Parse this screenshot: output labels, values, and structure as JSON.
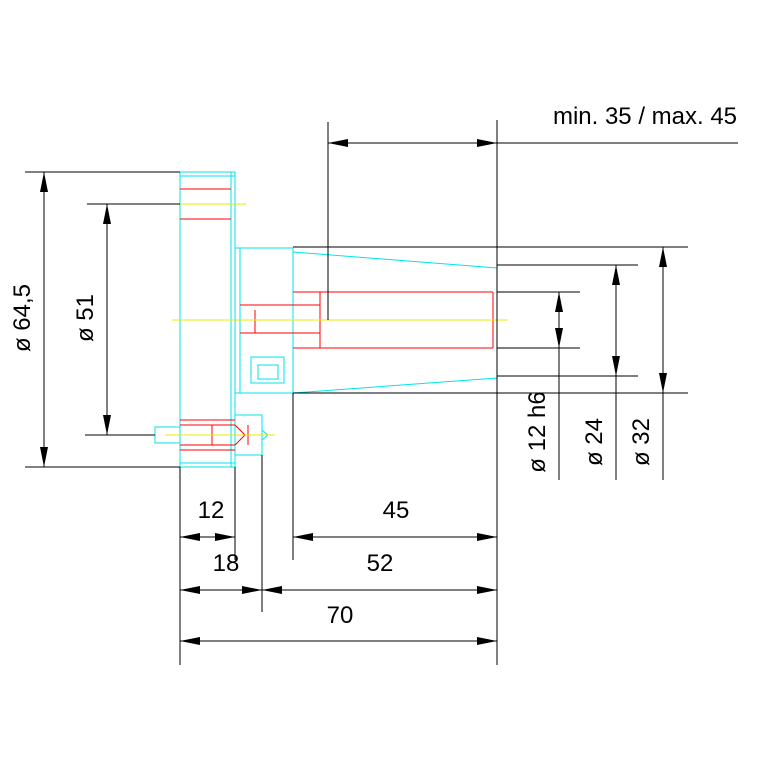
{
  "colors": {
    "dimension": "#000000",
    "outline": "#00e5ee",
    "hidden_parts": "#ff0000",
    "centerline": "#e8e800",
    "background": "#ffffff"
  },
  "dimensions": {
    "clamp_range": "min. 35 / max. 45",
    "flange_dia": "ø 64,5",
    "bolt_circle_dia": "ø 51",
    "bore_dia": "ø 12 h6",
    "inner_dia": "ø 24",
    "outer_dia": "ø 32",
    "len_12": "12",
    "len_18": "18",
    "len_45": "45",
    "len_52": "52",
    "len_70": "70"
  }
}
